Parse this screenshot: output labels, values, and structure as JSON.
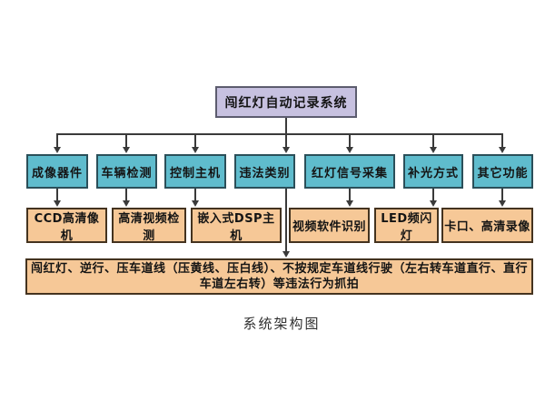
{
  "title_box": "闯红灯自动记录系统",
  "modules": [
    "成像器件",
    "车辆检测",
    "控制主机",
    "违法类别",
    "红灯信号采集",
    "补光方式",
    "其它功能"
  ],
  "implementations": [
    "CCD高清像机",
    "高清视频检测",
    "嵌入式DSP主机",
    "视频软件识别",
    "LED频闪灯",
    "卡口、高清录像"
  ],
  "violation_box": {
    "line1": "闯红灯、逆行、压车道线（压黄线、压白线）、不按规定车道线行驶（左右转车道直行、直行",
    "line2": "车道左右转）等违法行为抓拍"
  },
  "caption": "系统架构图",
  "colors": {
    "root_fill": "#c7c1e0",
    "root_border": "#5c5c6e",
    "module_fill": "#5fbccd",
    "module_border": "#2b4f59",
    "impl_fill": "#f6c897",
    "impl_border": "#44331f",
    "connector": "#3a3a3a",
    "background": "#ffffff"
  }
}
